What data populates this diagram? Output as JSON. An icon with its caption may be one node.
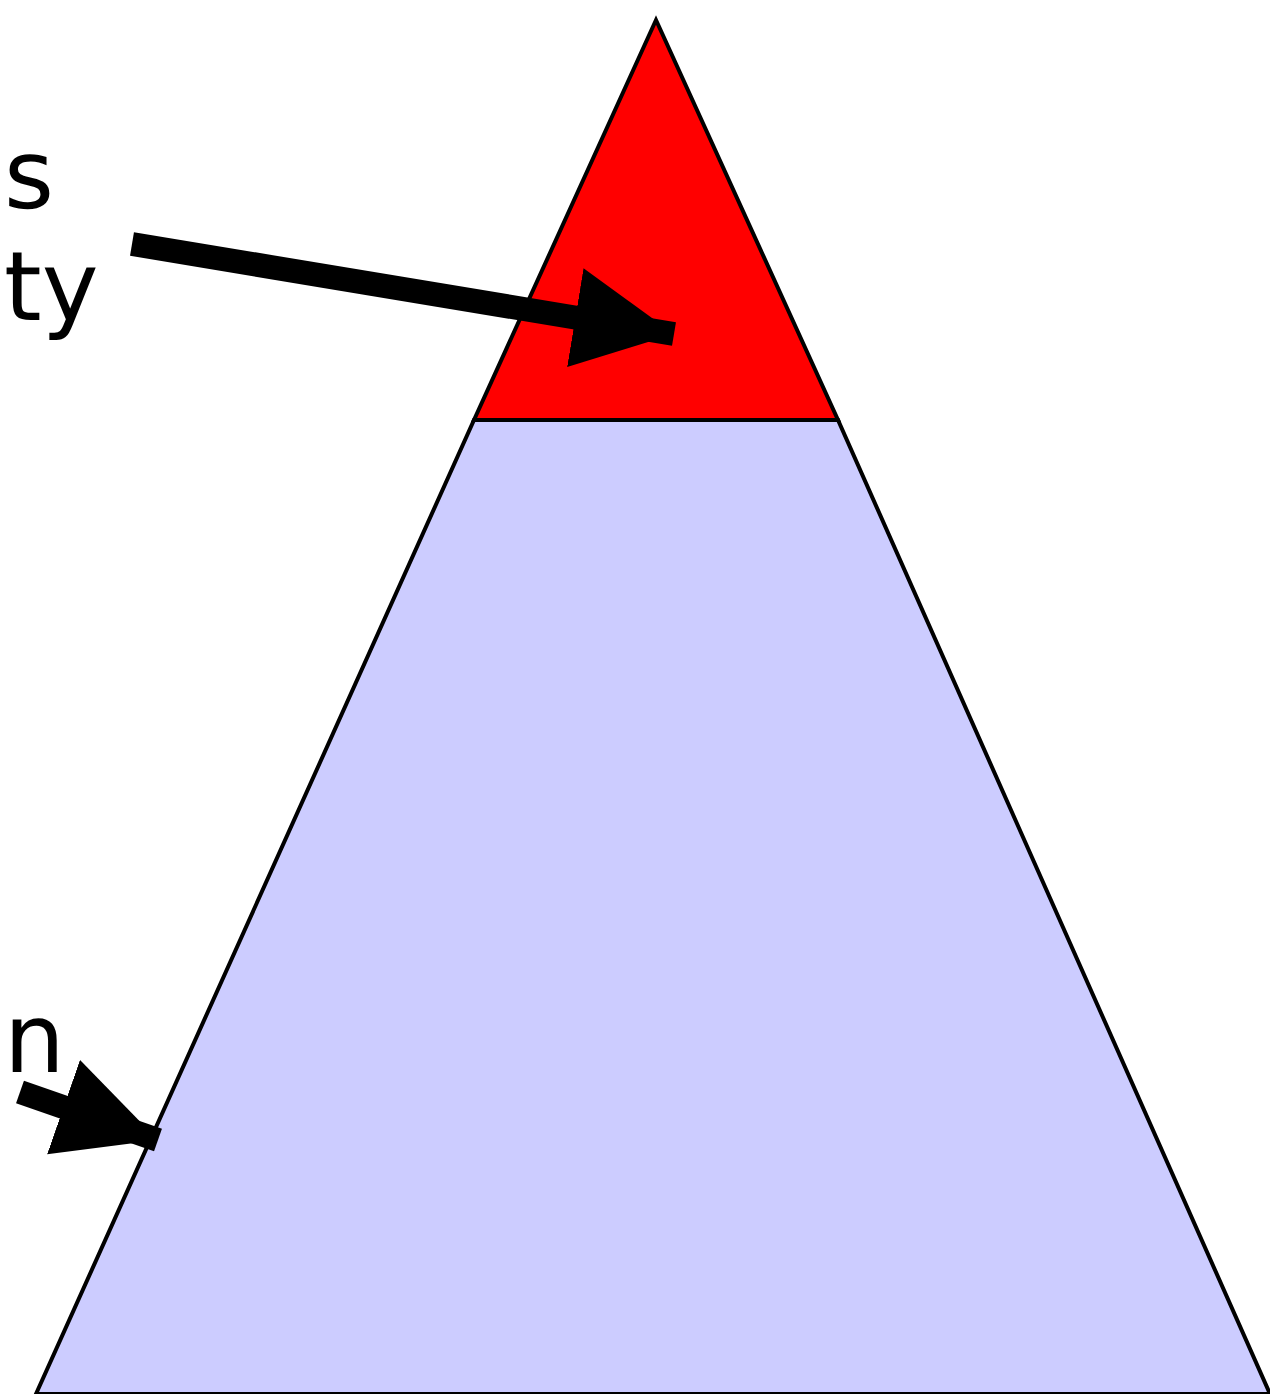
{
  "diagram": {
    "nodes": [
      {
        "text": [
          "s ty"
        ]
      },
      {
        "text": [
          "n"
        ]
      },
      {
        "text": [],
        "shape": "triangle"
      },
      {
        "text": [],
        "shape": "trapezoid"
      }
    ],
    "edges": [
      {
        "from": 0,
        "to": 2,
        "arrow": "to"
      },
      {
        "from": 1,
        "to": 3,
        "arrow": "to"
      }
    ]
  }
}
